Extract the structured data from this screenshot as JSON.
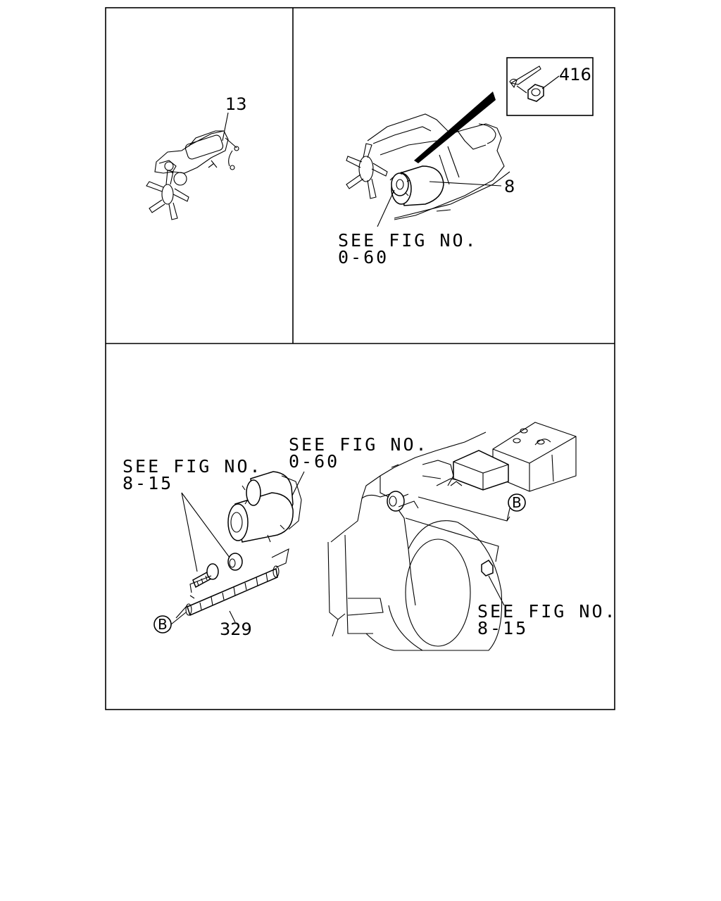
{
  "panels": {
    "top_left": {
      "callout": "13"
    },
    "top_right": {
      "callout_part": "8",
      "inset_callout": "416",
      "see_fig_line1": "SEE FIG NO.",
      "see_fig_line2": "0-60"
    },
    "bottom": {
      "see_fig_left_line1": "SEE FIG NO.",
      "see_fig_left_line2": "8-15",
      "see_fig_top_line1": "SEE FIG NO.",
      "see_fig_top_line2": "0-60",
      "see_fig_right_line1": "SEE FIG NO.",
      "see_fig_right_line2": "8-15",
      "callout_harness": "329",
      "ref_marker_left": "B",
      "ref_marker_right": "B"
    }
  }
}
